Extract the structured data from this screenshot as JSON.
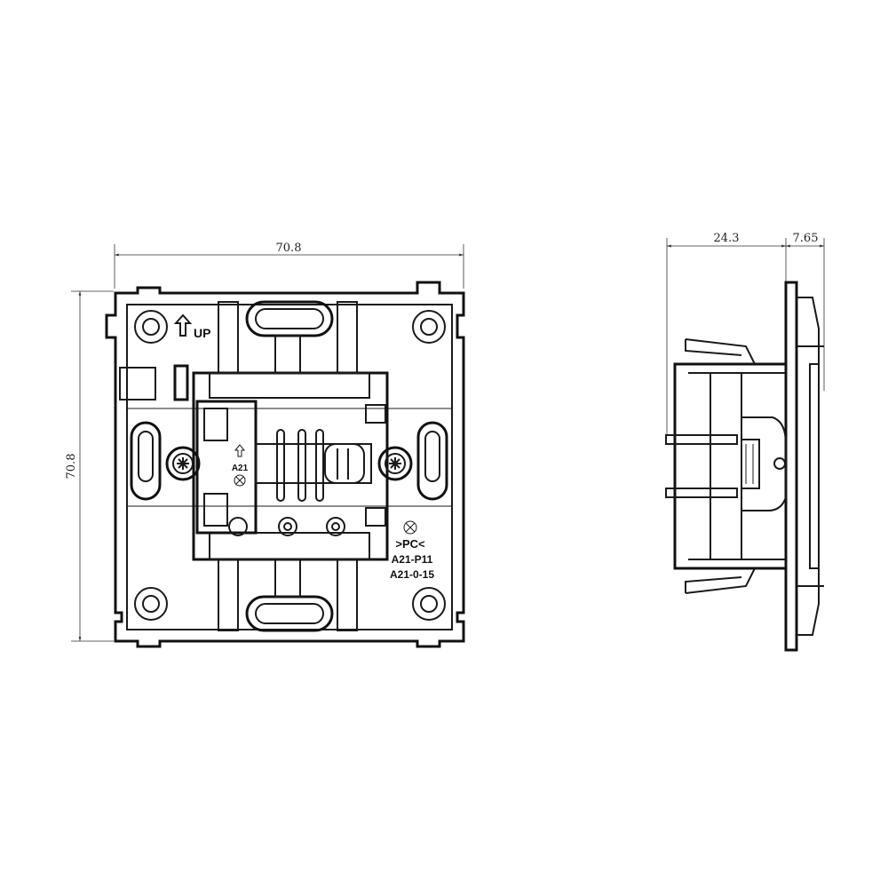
{
  "dimensions": {
    "front_width": "70.8",
    "front_height": "70.8",
    "side_depth": "24.3",
    "side_plate": "7.65"
  },
  "front_labels": {
    "up": "UP",
    "center_code": "A21",
    "material": ">PC<",
    "part_1": "A21-P11",
    "part_2": "A21-0-15"
  }
}
